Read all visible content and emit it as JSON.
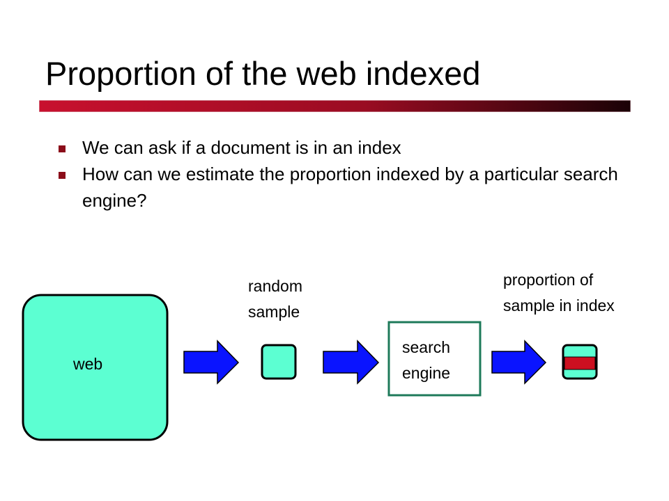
{
  "slide": {
    "title": "Proportion of the web indexed",
    "bullets": [
      "We can ask if a document is in an index",
      "How can we estimate the proportion indexed by a particular search engine?"
    ]
  },
  "diagram": {
    "nodes": {
      "web": "web",
      "sample_label_line1": "random",
      "sample_label_line2": "sample",
      "engine_line1": "search",
      "engine_line2": "engine",
      "result_label_line1": "proportion of",
      "result_label_line2": "sample in index"
    },
    "indexed_fraction_of_sample": 0.42
  },
  "colors": {
    "accent_red": "#b0122a",
    "node_fill": "#5cffd2",
    "arrow_fill": "#0a14ff",
    "engine_border": "#1e7a5a",
    "bullet_marker": "#8b0d1a"
  }
}
